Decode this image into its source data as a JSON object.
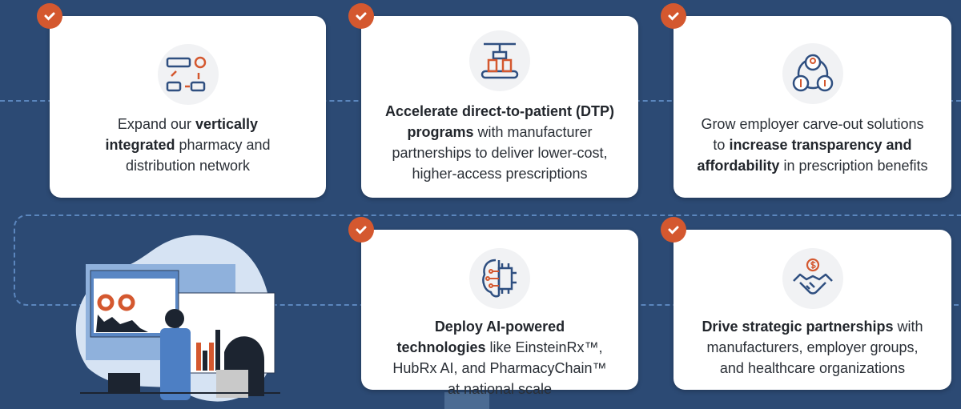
{
  "cards": [
    {
      "pre": "Expand our ",
      "bold": "vertically integrated",
      "post": " pharmacy and distribution network",
      "icon": "workflow-icon"
    },
    {
      "pre": "",
      "bold": "Accelerate direct-to-patient (DTP) programs",
      "post": " with manufacturer partnerships to deliver lower-cost, higher-access prescriptions",
      "icon": "conveyor-icon"
    },
    {
      "pre": "Grow employer carve-out solutions to ",
      "bold": "increase transparency and affordability",
      "post": " in prescription benefits",
      "icon": "people-cost-icon"
    },
    {
      "pre": "",
      "bold": "Deploy AI-powered technologies",
      "post": " like EinsteinRx™, HubRx AI, and PharmacyChain™ at national scale",
      "icon": "ai-brain-chip-icon"
    },
    {
      "pre": "",
      "bold": "Drive strategic partnerships",
      "post": " with manufacturers, employer groups, and healthcare organizations",
      "icon": "handshake-dollar-icon"
    }
  ],
  "colors": {
    "background": "#2c4a74",
    "accent": "#d4582f",
    "icon_blue": "#2f4f80"
  }
}
